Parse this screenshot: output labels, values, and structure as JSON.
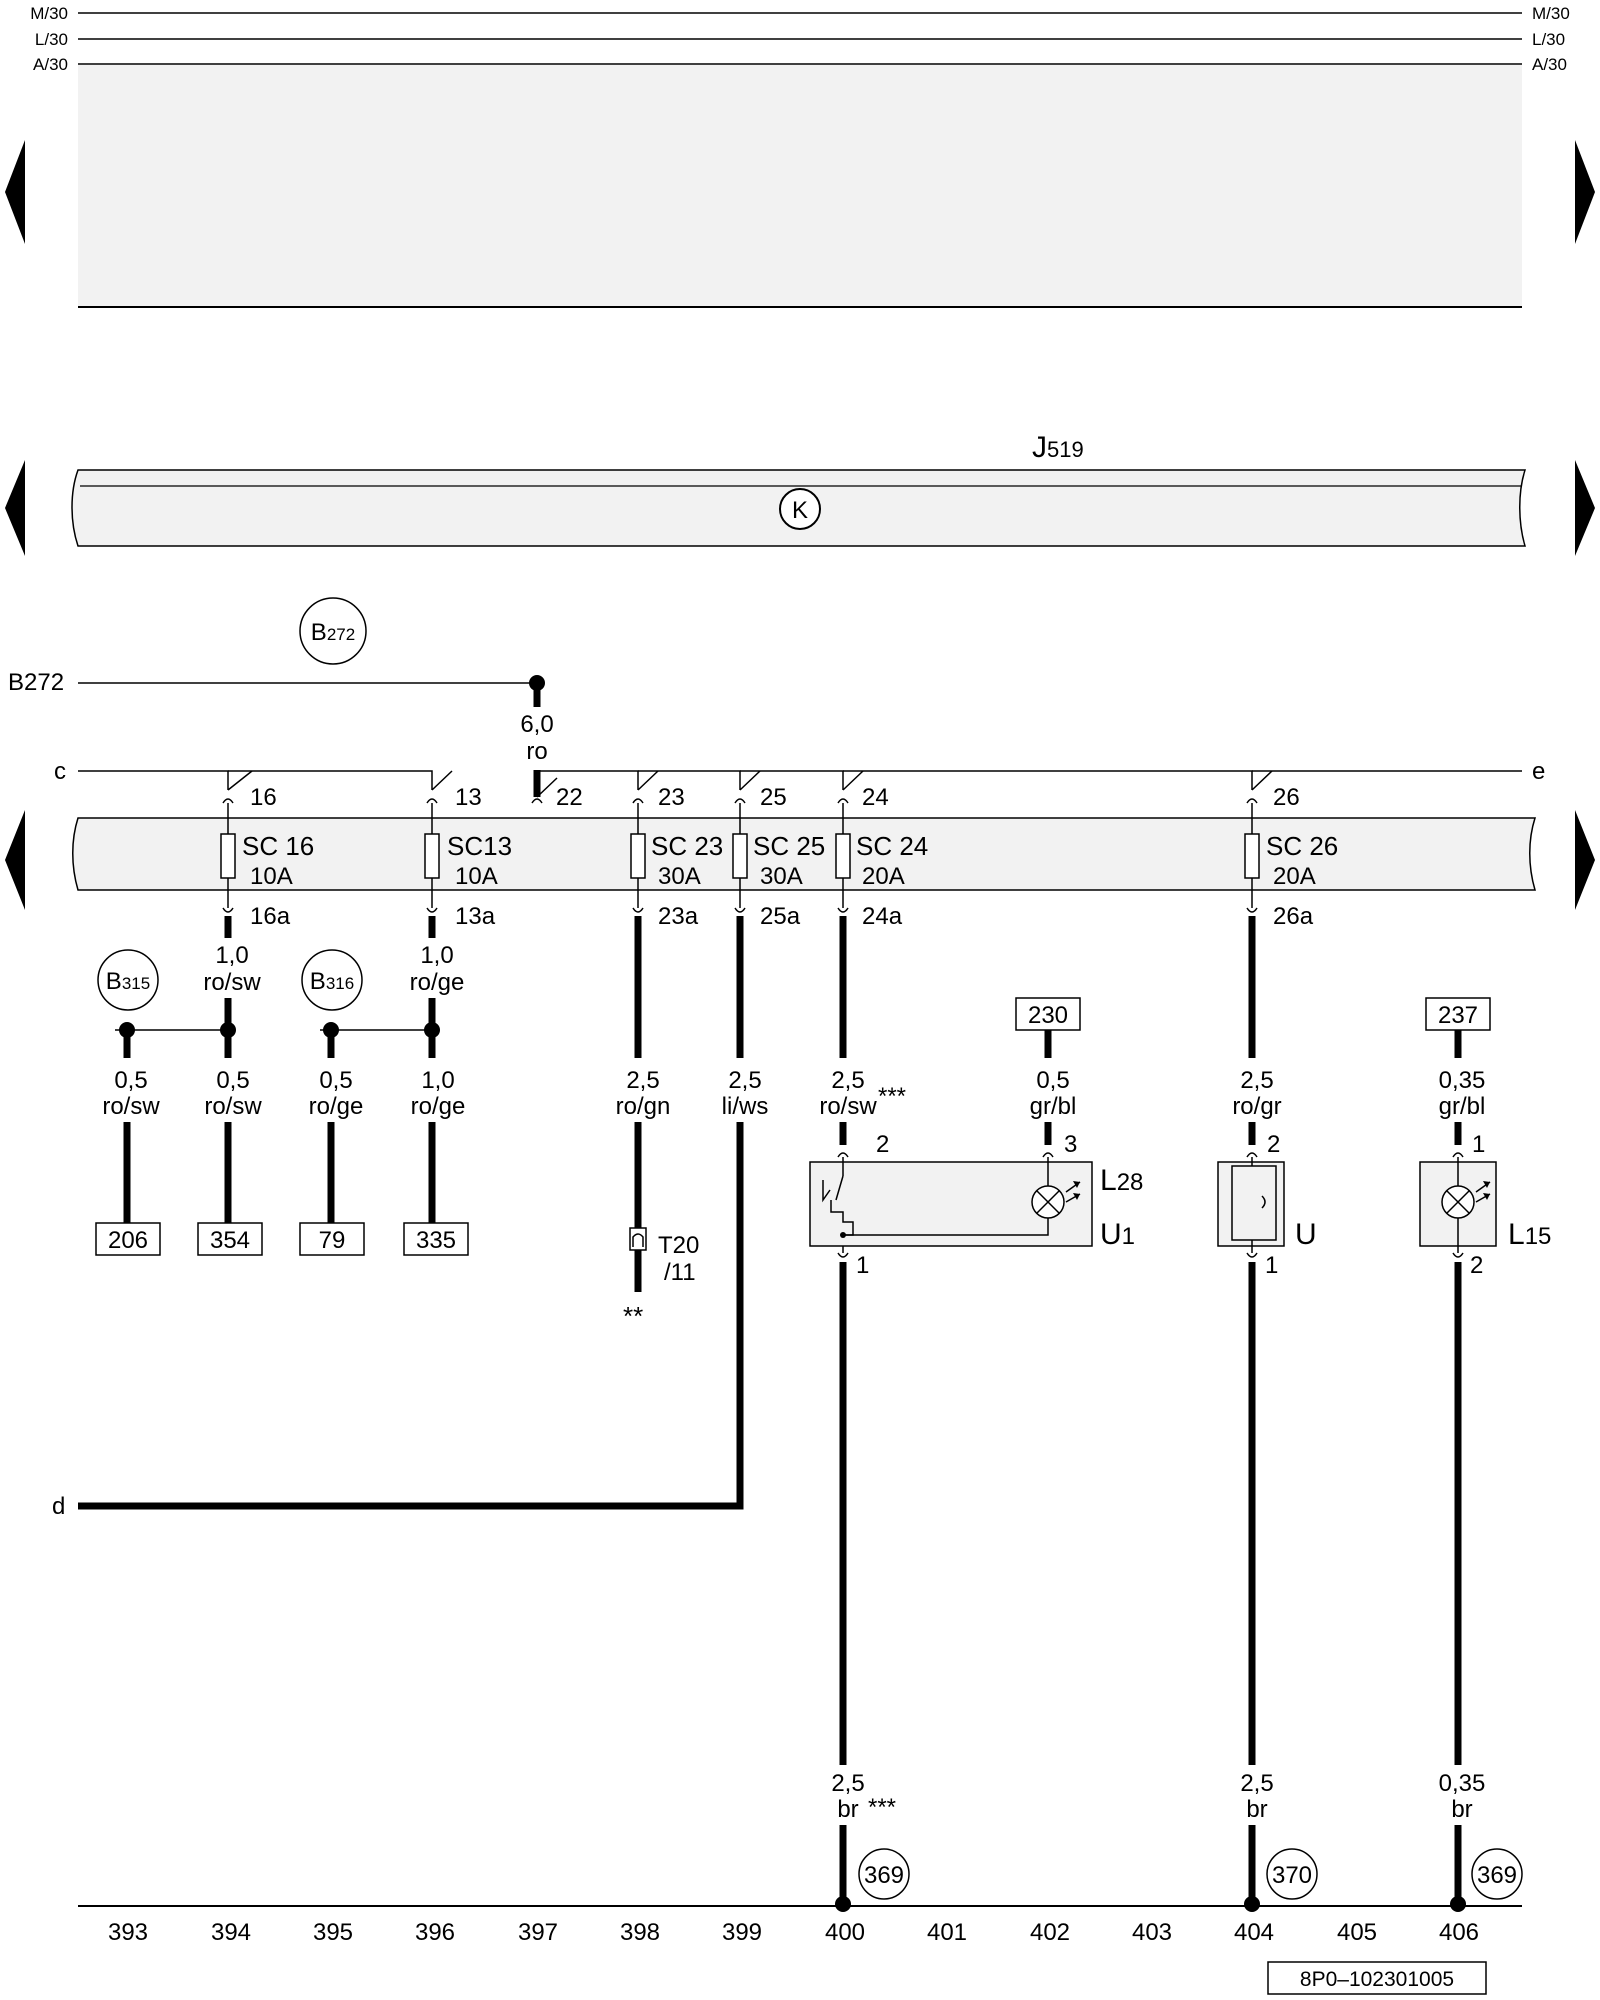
{
  "rails": {
    "m": "M/30",
    "l": "L/30",
    "a": "A/30"
  },
  "panel_top": {
    "module": "J519",
    "module_base": "J",
    "module_sub": "519",
    "symbol": "K"
  },
  "b272": {
    "label": "B272",
    "circle_base": "B",
    "circle_sub": "272",
    "wire_size": "6,0",
    "wire_color": "ro",
    "pin": "22"
  },
  "edge_labels": {
    "c": "c",
    "e": "e",
    "d": "d"
  },
  "fuses": [
    {
      "name": "SC 16",
      "rating": "10A",
      "pin_in": "16",
      "pin_out": "16a"
    },
    {
      "name": "SC13",
      "rating": "10A",
      "pin_in": "13",
      "pin_out": "13a"
    },
    {
      "name": "SC 23",
      "rating": "30A",
      "pin_in": "23",
      "pin_out": "23a"
    },
    {
      "name": "SC 25",
      "rating": "30A",
      "pin_in": "25",
      "pin_out": "25a"
    },
    {
      "name": "SC 24",
      "rating": "20A",
      "pin_in": "24",
      "pin_out": "24a"
    },
    {
      "name": "SC 26",
      "rating": "20A",
      "pin_in": "26",
      "pin_out": "26a"
    }
  ],
  "splices": [
    {
      "base": "B",
      "sub": "315"
    },
    {
      "base": "B",
      "sub": "316"
    }
  ],
  "wires": [
    {
      "size": "1,0",
      "color": "ro/sw"
    },
    {
      "size": "1,0",
      "color": "ro/ge"
    },
    {
      "size": "0,5",
      "color": "ro/sw"
    },
    {
      "size": "0,5",
      "color": "ro/sw"
    },
    {
      "size": "0,5",
      "color": "ro/ge"
    },
    {
      "size": "1,0",
      "color": "ro/ge"
    },
    {
      "size": "2,5",
      "color": "ro/gn"
    },
    {
      "size": "2,5",
      "color": "li/ws"
    },
    {
      "size": "2,5",
      "color": "ro/sw",
      "note": "***"
    },
    {
      "size": "0,5",
      "color": "gr/bl"
    },
    {
      "size": "2,5",
      "color": "ro/gr"
    },
    {
      "size": "0,35",
      "color": "gr/bl"
    },
    {
      "size": "2,5",
      "color": "br",
      "note": "***"
    },
    {
      "size": "2,5",
      "color": "br"
    },
    {
      "size": "0,35",
      "color": "br"
    }
  ],
  "refs": [
    "206",
    "354",
    "79",
    "335",
    "230",
    "237"
  ],
  "connector": {
    "name": "T20",
    "pin": "/11",
    "note": "**"
  },
  "components": {
    "l28": {
      "base": "L",
      "sub": "28"
    },
    "u1": {
      "base": "U",
      "sub": "1"
    },
    "u": {
      "label": "U"
    },
    "l15": {
      "base": "L",
      "sub": "15"
    }
  },
  "pins": {
    "u1_2": "2",
    "u1_3": "3",
    "u1_1": "1",
    "u_2": "2",
    "u_1": "1",
    "l15_1": "1",
    "l15_2": "2"
  },
  "grounds": [
    "369",
    "370",
    "369"
  ],
  "tracks": [
    "393",
    "394",
    "395",
    "396",
    "397",
    "398",
    "399",
    "400",
    "401",
    "402",
    "403",
    "404",
    "405",
    "406"
  ],
  "doc_id": "8P0–102301005"
}
